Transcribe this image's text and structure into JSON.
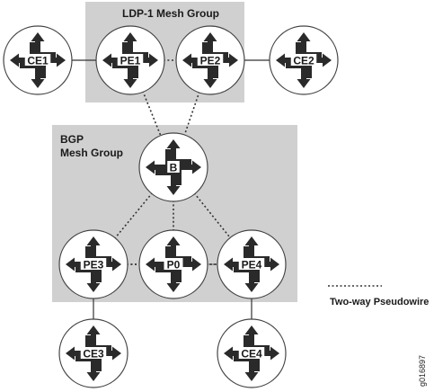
{
  "groups": {
    "ldp": {
      "label": "LDP-1 Mesh Group"
    },
    "bgp": {
      "line1": "BGP",
      "line2": "Mesh Group"
    }
  },
  "routers": [
    {
      "id": "ce1",
      "label": "CE1"
    },
    {
      "id": "pe1",
      "label": "PE1"
    },
    {
      "id": "pe2",
      "label": "PE2"
    },
    {
      "id": "ce2",
      "label": "CE2"
    },
    {
      "id": "b",
      "label": "B"
    },
    {
      "id": "pe3",
      "label": "PE3"
    },
    {
      "id": "p0",
      "label": "P0"
    },
    {
      "id": "pe4",
      "label": "PE4"
    },
    {
      "id": "ce3",
      "label": "CE3"
    },
    {
      "id": "ce4",
      "label": "CE4"
    }
  ],
  "links": {
    "solid": [
      [
        "ce1",
        "pe1"
      ],
      [
        "pe2",
        "ce2"
      ],
      [
        "pe3",
        "ce3"
      ],
      [
        "pe4",
        "ce4"
      ]
    ],
    "dotted": [
      [
        "pe1",
        "pe2"
      ],
      [
        "pe1",
        "b"
      ],
      [
        "pe2",
        "b"
      ],
      [
        "b",
        "pe3"
      ],
      [
        "b",
        "pe4"
      ],
      [
        "b",
        "p0"
      ],
      [
        "pe3",
        "p0"
      ],
      [
        "p0",
        "pe4"
      ],
      [
        "pe3",
        "pe4"
      ]
    ]
  },
  "legend": {
    "label": "Two-way Pseudowire"
  },
  "figure_id": "g016897",
  "colors": {
    "group_fill": "#d0d0d0",
    "router_fill": "#ffffff",
    "arrow": "#2a2a2a",
    "line": "#333333"
  }
}
